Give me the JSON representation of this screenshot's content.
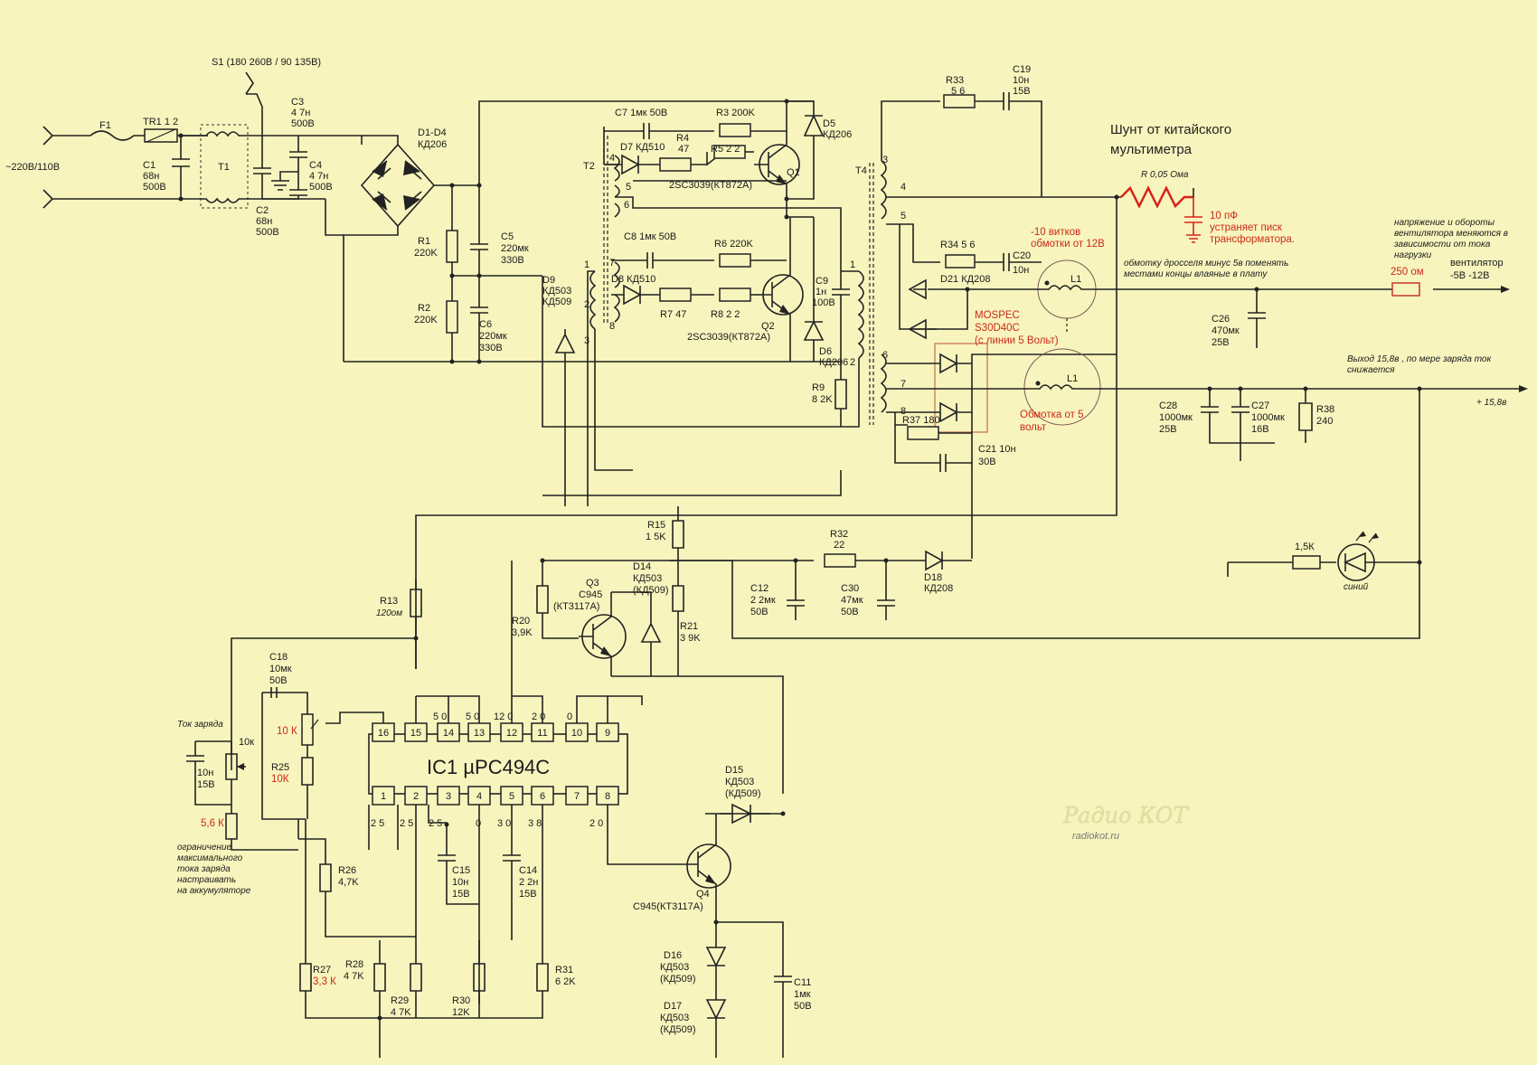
{
  "mains": {
    "input": "~220В/110В",
    "switch": "S1 (180   260В / 90   135В)"
  },
  "parts": {
    "F1": "F1",
    "TR1": "TR1 1 2",
    "C1": [
      "C1",
      "68н",
      "500В"
    ],
    "C2": [
      "C2",
      "68н",
      "500В"
    ],
    "C3": [
      "C3",
      "4 7н",
      "500В"
    ],
    "C4": [
      "C4",
      "4 7н",
      "500В"
    ],
    "T1": "T1",
    "bridge": [
      "D1-D4",
      "КД206"
    ],
    "R1": [
      "R1",
      "220K"
    ],
    "R2": [
      "R2",
      "220K"
    ],
    "C5": [
      "C5",
      "220мк",
      "330В"
    ],
    "C6": [
      "C6",
      "220мк",
      "330В"
    ],
    "C7": "C7 1мк   50В",
    "R3": "R3 200K",
    "D7": "D7 КД510",
    "R4": [
      "R4",
      "47"
    ],
    "R5": "R5 2 2",
    "Q1": "Q1",
    "Q1type": "2SC3039(КТ872А)",
    "D5": [
      "D5",
      "КД206"
    ],
    "T2": "T2",
    "C8": "C8 1мк   50В",
    "R6": "R6 220K",
    "D8": "D8 КД510",
    "R7": "R7 47",
    "R8": "R8 2 2",
    "Q2": "Q2",
    "Q2type": "2SC3039(КТ872А)",
    "D6": [
      "D6",
      "КД206"
    ],
    "C9": [
      "C9",
      "1н",
      "100В"
    ],
    "R9": [
      "R9",
      "8 2K"
    ],
    "D9": [
      "D9",
      "КД503",
      "КД509"
    ],
    "R33": [
      "R33",
      "5 6"
    ],
    "C19": [
      "C19",
      "10н",
      "15В"
    ],
    "T4": "T4",
    "R34": "R34 5 6",
    "C20": [
      "C20",
      "10н"
    ],
    "D21": "D21 КД208",
    "C26": [
      "C26",
      "470мк",
      "25В"
    ],
    "R37": "R37 180",
    "C21": [
      "C21 10н",
      "30В"
    ],
    "C28": [
      "C28",
      "1000мк",
      "25В"
    ],
    "C27": [
      "C27",
      "1000мк",
      "16В"
    ],
    "R38": [
      "R38",
      "240"
    ],
    "L1a": "L1",
    "L1b": "L1",
    "R15": [
      "R15",
      "1 5K"
    ],
    "R32": [
      "R32",
      "22"
    ],
    "D18": [
      "D18",
      "КД208"
    ],
    "C12": [
      "C12",
      "2 2мк",
      "50В"
    ],
    "C30": [
      "C30",
      "47мк",
      "50В"
    ],
    "Q3": [
      "Q3",
      "C945",
      "(КТ3117А)"
    ],
    "D14": [
      "D14",
      "КД503",
      "(КД509)"
    ],
    "R20": [
      "R20",
      "3,9K"
    ],
    "R21": [
      "R21",
      "3 9K"
    ],
    "R13": [
      "R13",
      "120ом"
    ],
    "C18": [
      "C18",
      "10мк",
      "50В"
    ],
    "R25": [
      "R25"
    ],
    "C15": [
      "C15",
      "10н",
      "15В"
    ],
    "C14": [
      "C14",
      "2 2н",
      "15В"
    ],
    "R26": [
      "R26",
      "4,7K"
    ],
    "R27": [
      "R27"
    ],
    "R28": [
      "R28",
      "4 7K"
    ],
    "R29": [
      "R29",
      "4 7K"
    ],
    "R30": [
      "R30",
      "12K"
    ],
    "R31": [
      "R31",
      "6 2K"
    ],
    "D15": [
      "D15",
      "КД503",
      "(КД509)"
    ],
    "Q4": [
      "Q4",
      "C945(КТ3117А)"
    ],
    "D16": [
      "D16",
      "КД503",
      "(КД509)"
    ],
    "D17": [
      "D17",
      "КД503",
      "(КД509)"
    ],
    "C11": [
      "C11",
      "1мк",
      "50В"
    ],
    "pot": [
      "10к",
      "10н",
      "15В"
    ],
    "led_r": "1,5К",
    "led": "синий"
  },
  "ic": {
    "name": "IC1 µPC494C",
    "top_pins": [
      "16",
      "15",
      "14",
      "13",
      "12",
      "11",
      "10",
      "9"
    ],
    "bottom_pins": [
      "1",
      "2",
      "3",
      "4",
      "5",
      "6",
      "7",
      "8"
    ],
    "top_labels": [
      "5 0",
      "5 0",
      "12 0",
      "2 0",
      "0"
    ],
    "bottom_labels": [
      "2 5",
      "2 5",
      "2 5",
      "0",
      "3 0",
      "3 8",
      "2 0"
    ]
  },
  "labels": {
    "tok_zaryada": "Ток заряда",
    "limit_note": [
      "ограничение",
      "максимального",
      "тока заряда",
      "настраивать",
      "на аккумуляторе"
    ],
    "fan_note": [
      "напряжение и обороты",
      "вентилятора меняются в",
      "зависимости от тока",
      "нагрузки"
    ],
    "fan_out": [
      "вентилятор",
      "-5В  -12В"
    ],
    "out_note": "Выход 15,8в , по мере заряда ток",
    "out_note2": "снижается",
    "out_value": "+ 15,8в",
    "choke_note": [
      "обмотку дросселя минус 5в поменять",
      "местами концы влаяные в плату"
    ],
    "shunt_r": "R  0,05 Ома"
  },
  "red": {
    "r10k": "10 К",
    "r25": "10К",
    "r56k": "5,6 К",
    "r27": "3,3 К",
    "cap10p": [
      "10 пФ",
      "устраняет писк",
      "трансформатора."
    ],
    "turns": [
      "-10 витков",
      "обмотки от 12В"
    ],
    "mospec": [
      "MOSPEC",
      "S30D40C",
      "(с линии 5 Вольт)"
    ],
    "winding5": [
      "Обмотка от 5",
      "вольт"
    ],
    "r250": "250 ом"
  },
  "shunt_note": [
    "Шунт от китайского",
    "мультиметра"
  ],
  "watermark": {
    "logo": "Радио КОТ",
    "site": "radiokot.ru"
  },
  "winding_numbers": {
    "t2": [
      "4",
      "5",
      "6",
      "7",
      "8",
      "1",
      "2",
      "3"
    ],
    "t4": [
      "3",
      "4",
      "5",
      "6",
      "7",
      "8",
      "1",
      "2"
    ]
  }
}
